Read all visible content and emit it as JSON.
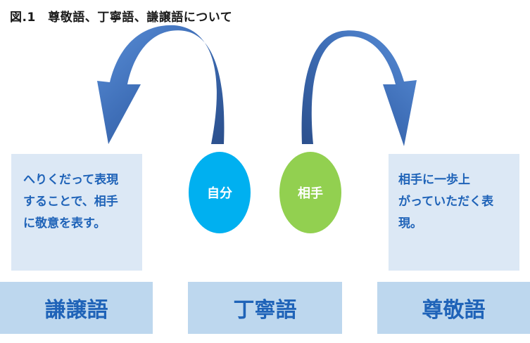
{
  "title": "図.1　尊敬語、丁寧語、謙譲語について",
  "humble": {
    "lines": [
      "へりくだって表現",
      "することで、相手",
      "に敬意を表す。"
    ],
    "label": "謙譲語"
  },
  "polite": {
    "label": "丁寧語"
  },
  "respectful": {
    "lines": [
      "相手に一歩上",
      "がっていただく表",
      "現。"
    ],
    "label": "尊敬語"
  },
  "circles": {
    "self": "自分",
    "other": "相手"
  },
  "colors": {
    "arrow_light": "#4f83cf",
    "arrow_dark": "#2b4f8c",
    "box_bg": "#dce8f5",
    "label_bg": "#bdd7ee",
    "text_blue": "#1f63b8",
    "self_circle": "#00b0f0",
    "other_circle": "#92d050"
  }
}
